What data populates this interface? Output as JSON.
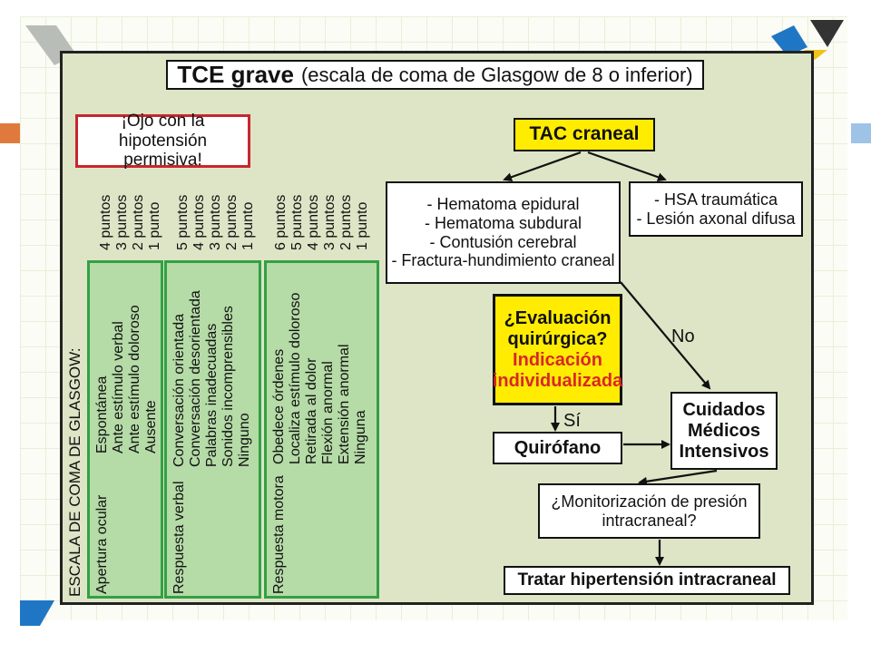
{
  "colors": {
    "panel": "#dde5c6",
    "highlight": "#ffec00",
    "warning_border": "#c8262f",
    "glasgow_fill": "#b5dba7",
    "glasgow_border": "#32a044",
    "indication_text": "#d9262b"
  },
  "title": {
    "bold": "TCE grave",
    "rest": "(escala de coma de Glasgow de 8 o inferior)"
  },
  "warning": {
    "line1": "¡Ojo con la",
    "line2": "hipotensión permisiva!"
  },
  "tac": "TAC craneal",
  "lesions": [
    "- Hematoma epidural",
    "- Hematoma subdural",
    "- Contusión cerebral",
    "- Fractura-hundimiento craneal"
  ],
  "hsa": [
    "- HSA traumática",
    "- Lesión axonal difusa"
  ],
  "evaluation": {
    "q1": "¿Evaluación",
    "q2": "quirúrgica?",
    "r1": "Indicación",
    "r2": "individualizada"
  },
  "label_no": "No",
  "label_si": "Sí",
  "quirofano": "Quirófano",
  "icu": [
    "Cuidados",
    "Médicos",
    "Intensivos"
  ],
  "monitor": [
    "¿Monitorización de presión",
    "intracraneal?"
  ],
  "treat": "Tratar hipertensión intracraneal",
  "glasgow": {
    "scale_title": "ESCALA DE COMA DE GLASGOW:",
    "ocular": {
      "name": "Apertura ocular",
      "points": [
        "4 puntos",
        "3 puntos",
        "2 puntos",
        "1 punto"
      ],
      "items": [
        "Espontánea",
        "Ante estímulo verbal",
        "Ante estímulo doloroso",
        "Ausente"
      ]
    },
    "verbal": {
      "name": "Respuesta verbal",
      "points": [
        "5 puntos",
        "4 puntos",
        "3 puntos",
        "2 puntos",
        "1 punto"
      ],
      "items": [
        "Conversación orientada",
        "Conversación desorientada",
        "Palabras inadecuadas",
        "Sonidos incomprensibles",
        "Ninguno"
      ]
    },
    "motor": {
      "name": "Respuesta motora",
      "points": [
        "6 puntos",
        "5 puntos",
        "4 puntos",
        "3 puntos",
        "2 puntos",
        "1 punto"
      ],
      "items": [
        "Obedece órdenes",
        "Localiza estímulo doloroso",
        "Retirada al dolor",
        "Flexión anormal",
        "Extensión anormal",
        "Ninguna"
      ]
    }
  }
}
